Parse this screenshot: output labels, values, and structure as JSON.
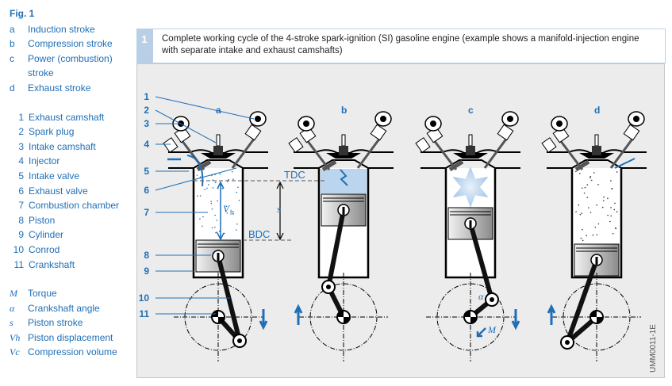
{
  "legend": {
    "fig_label": "Fig. 1",
    "strokes": [
      {
        "key": "a",
        "label": "Induction stroke"
      },
      {
        "key": "b",
        "label": "Compression stroke"
      },
      {
        "key": "c",
        "label": "Power (combustion) stroke"
      },
      {
        "key": "d",
        "label": "Exhaust stroke"
      }
    ],
    "parts": [
      {
        "key": "1",
        "label": "Exhaust camshaft"
      },
      {
        "key": "2",
        "label": "Spark plug"
      },
      {
        "key": "3",
        "label": "Intake camshaft"
      },
      {
        "key": "4",
        "label": "Injector"
      },
      {
        "key": "5",
        "label": "Intake valve"
      },
      {
        "key": "6",
        "label": "Exhaust valve"
      },
      {
        "key": "7",
        "label": "Combustion chamber"
      },
      {
        "key": "8",
        "label": "Piston"
      },
      {
        "key": "9",
        "label": "Cylinder"
      },
      {
        "key": "10",
        "label": "Conrod"
      },
      {
        "key": "11",
        "label": "Crankshaft"
      }
    ],
    "symbols": [
      {
        "key": "M",
        "label": "Torque"
      },
      {
        "key": "α",
        "label": "Crankshaft angle"
      },
      {
        "key": "s",
        "label": "Piston stroke"
      },
      {
        "key": "Vh",
        "label": "Piston displacement"
      },
      {
        "key": "Vc",
        "label": "Compression volume"
      }
    ]
  },
  "figure": {
    "number": "1",
    "caption": "Complete working cycle of the 4-stroke spark-ignition (SI) gasoline engine (example shows a manifold-injection engine with separate intake and exhaust camshafts)",
    "stroke_letters": [
      "a",
      "b",
      "c",
      "d"
    ],
    "callouts": [
      "1",
      "2",
      "3",
      "4",
      "5",
      "6",
      "7",
      "8",
      "9",
      "10",
      "11"
    ],
    "tdc": "TDC",
    "bdc": "BDC",
    "vh": "V",
    "vh_sub": "h",
    "s": "s",
    "alpha": "α",
    "m": "M",
    "code": "UMM0011-1E",
    "colors": {
      "accent": "#1f6fb7",
      "panel": "#ececec",
      "tab": "#b9cfe6"
    }
  }
}
